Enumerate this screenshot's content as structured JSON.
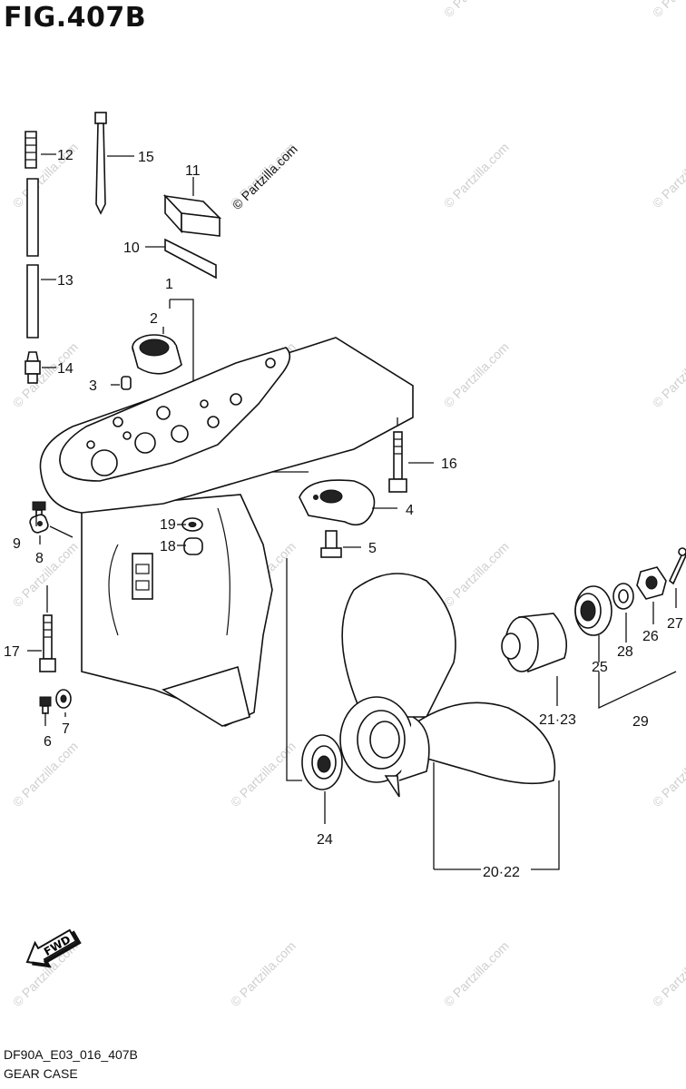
{
  "figure": {
    "title": "FIG.407B",
    "diagram_code": "DF90A_E03_016_407B",
    "diagram_name": "GEAR CASE"
  },
  "watermark": {
    "text": "© Partzilla.com"
  },
  "callouts": [
    {
      "id": "c1",
      "label": "1"
    },
    {
      "id": "c2",
      "label": "2"
    },
    {
      "id": "c3",
      "label": "3"
    },
    {
      "id": "c4",
      "label": "4"
    },
    {
      "id": "c5",
      "label": "5"
    },
    {
      "id": "c6",
      "label": "6"
    },
    {
      "id": "c7",
      "label": "7"
    },
    {
      "id": "c8",
      "label": "8"
    },
    {
      "id": "c9",
      "label": "9"
    },
    {
      "id": "c10",
      "label": "10"
    },
    {
      "id": "c11",
      "label": "11"
    },
    {
      "id": "c12",
      "label": "12"
    },
    {
      "id": "c13",
      "label": "13"
    },
    {
      "id": "c14",
      "label": "14"
    },
    {
      "id": "c15",
      "label": "15"
    },
    {
      "id": "c16",
      "label": "16"
    },
    {
      "id": "c17",
      "label": "17"
    },
    {
      "id": "c18",
      "label": "18"
    },
    {
      "id": "c19",
      "label": "19"
    },
    {
      "id": "c20_22",
      "label": "20·22"
    },
    {
      "id": "c21_23",
      "label": "21·23"
    },
    {
      "id": "c24",
      "label": "24"
    },
    {
      "id": "c25",
      "label": "25"
    },
    {
      "id": "c26",
      "label": "26"
    },
    {
      "id": "c27",
      "label": "27"
    },
    {
      "id": "c28",
      "label": "28"
    },
    {
      "id": "c29",
      "label": "29"
    }
  ],
  "fwd_label": "FWD"
}
